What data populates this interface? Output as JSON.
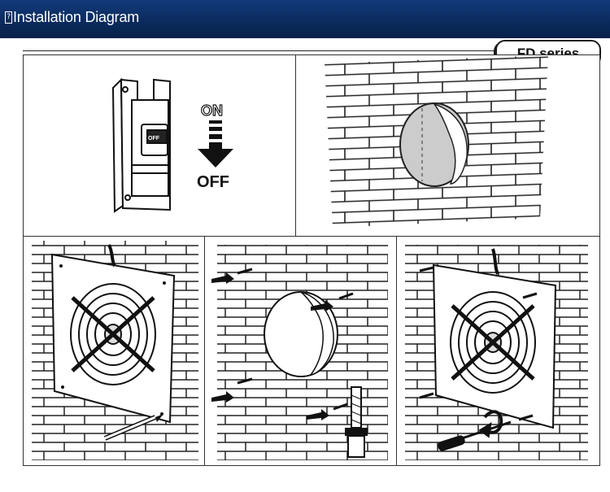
{
  "header": {
    "title": "Installation Diagram"
  },
  "series_tab": {
    "label": "FD series"
  },
  "steps": {
    "switch": {
      "on_label": "ON",
      "off_label": "OFF",
      "switch_label": "OFF"
    }
  },
  "colors": {
    "header_bg": "#0b2a5c",
    "header_text": "#ffffff",
    "hole_fill": "#cccccc",
    "line": "#222222"
  }
}
